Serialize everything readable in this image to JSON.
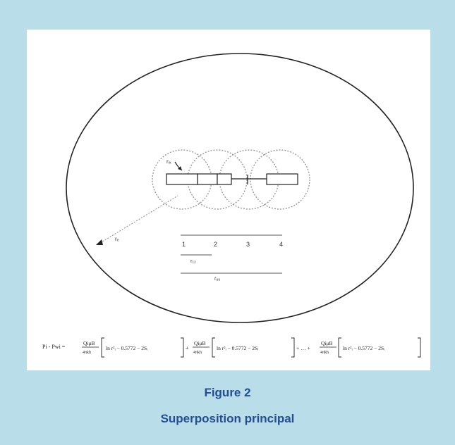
{
  "figure": {
    "title": "Figure 2",
    "caption": "Superposition principal"
  },
  "diagram": {
    "well_labels": [
      "1",
      "2",
      "3",
      "4"
    ],
    "rw_label": "rᵢₓ",
    "re_label": "rᵨ",
    "radius_label": "rₑ",
    "scale_label1": "r₁₂",
    "scale_label2": "rᵤᵤ"
  },
  "equation": {
    "lhs": "Pi - Pwi = ",
    "term_num": "QiμB",
    "term_den": "4πkh",
    "bracket_body": "ln r²ᵢ − 0.5772 − 2Sᵢ",
    "connector": "+ … +"
  },
  "colors": {
    "background": "#b9dde9",
    "caption": "#234e92",
    "line": "#222222",
    "dotted": "#888888"
  }
}
